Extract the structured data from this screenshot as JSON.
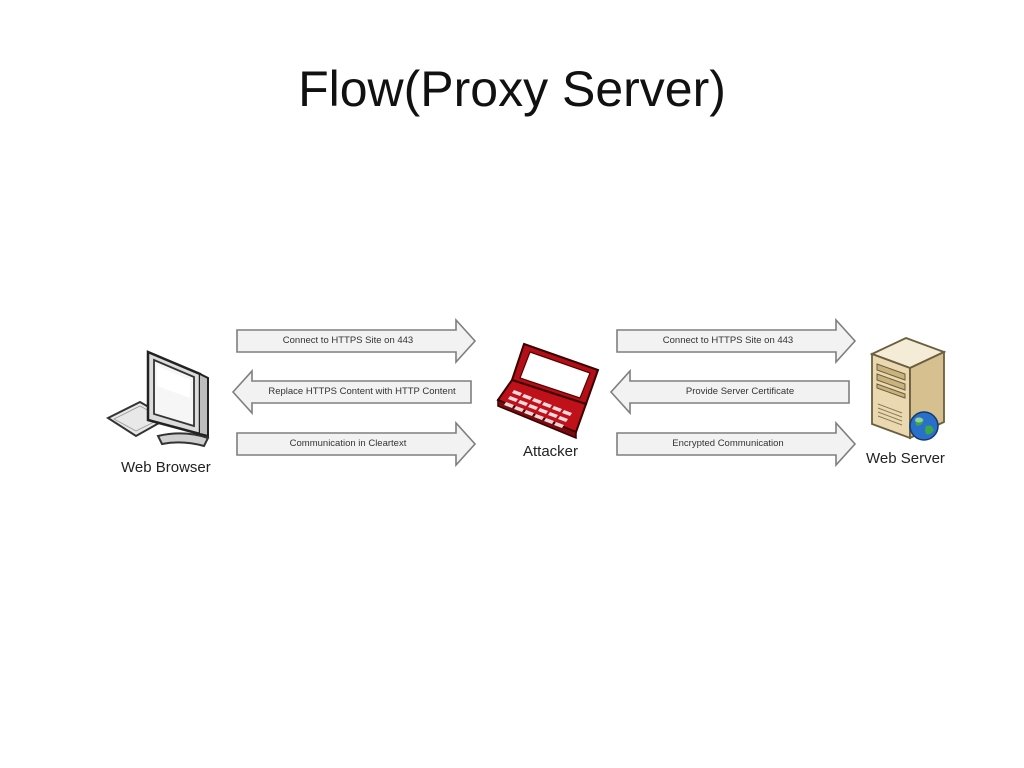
{
  "title": "Flow(Proxy Server)",
  "nodes": {
    "browser": {
      "label": "Web Browser",
      "icon": "desktop-computer-icon"
    },
    "attacker": {
      "label": "Attacker",
      "icon": "red-laptop-icon"
    },
    "server": {
      "label": "Web Server",
      "icon": "server-tower-icon"
    }
  },
  "left_arrows": [
    {
      "label": "Connect to HTTPS Site on 443",
      "direction": "right"
    },
    {
      "label": "Replace HTTPS Content with HTTP Content",
      "direction": "left"
    },
    {
      "label": "Communication in Cleartext",
      "direction": "right"
    }
  ],
  "right_arrows": [
    {
      "label": "Connect to HTTPS Site on 443",
      "direction": "right"
    },
    {
      "label": "Provide Server Certificate",
      "direction": "left"
    },
    {
      "label": "Encrypted Communication",
      "direction": "right"
    }
  ],
  "colors": {
    "arrow_fill": "#f2f2f2",
    "arrow_stroke": "#7f7f7f",
    "laptop_red": "#c0101a",
    "globe_blue": "#2a6fc9"
  }
}
